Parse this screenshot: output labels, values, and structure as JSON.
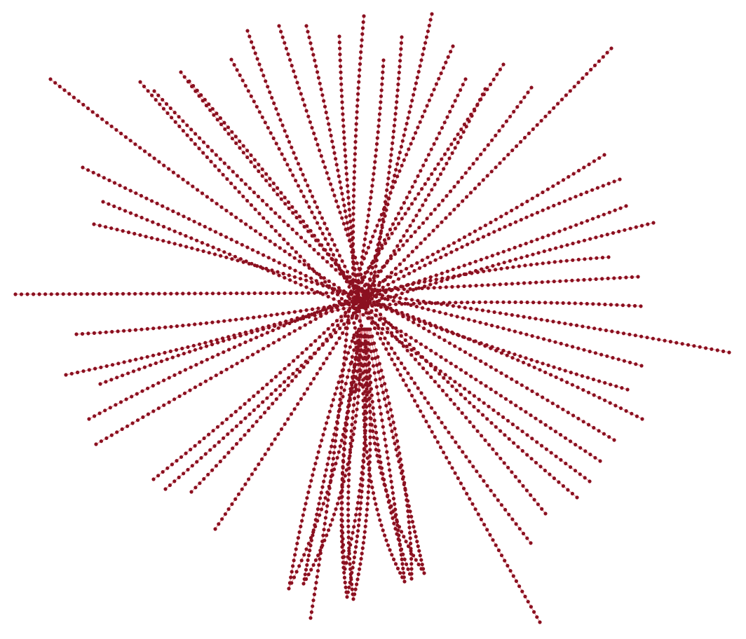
{
  "graph": {
    "layout": "radial-chains",
    "node_color": "#8b1020",
    "edge_color": "#d94a5a",
    "hub_count": 1,
    "chain_count": 52,
    "loop_chain_count": 8,
    "node_shape": "circle"
  }
}
